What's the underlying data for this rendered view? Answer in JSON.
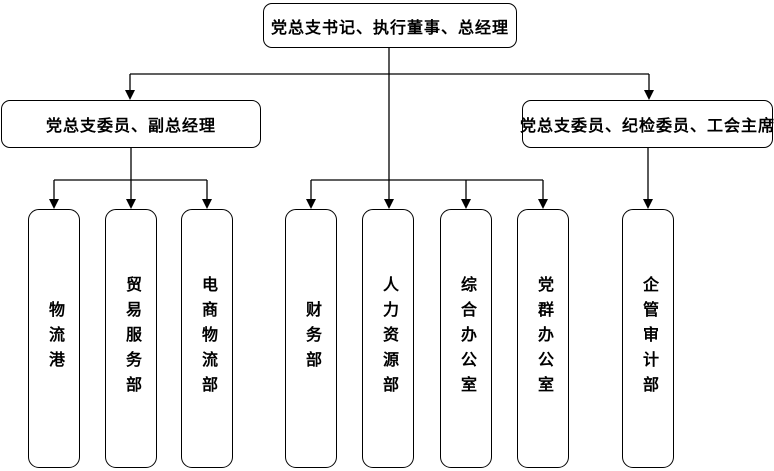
{
  "diagram": {
    "type": "org-chart",
    "root": {
      "label": "党总支书记、执行董事、总经理"
    },
    "managers": [
      {
        "label": "党总支委员、副总经理"
      },
      {
        "label": "党总支委员、纪检委员、工会主席"
      }
    ],
    "departments": [
      {
        "label": "物流港"
      },
      {
        "label": "贸易服务部"
      },
      {
        "label": "电商物流部"
      },
      {
        "label": "财务部"
      },
      {
        "label": "人力资源部"
      },
      {
        "label": "综合办公室"
      },
      {
        "label": "党群办公室"
      },
      {
        "label": "企管审计部"
      }
    ],
    "colors": {
      "line": "#000000",
      "border": "#000000",
      "fill": "#ffffff",
      "text": "#000000",
      "background": "#ffffff"
    }
  }
}
